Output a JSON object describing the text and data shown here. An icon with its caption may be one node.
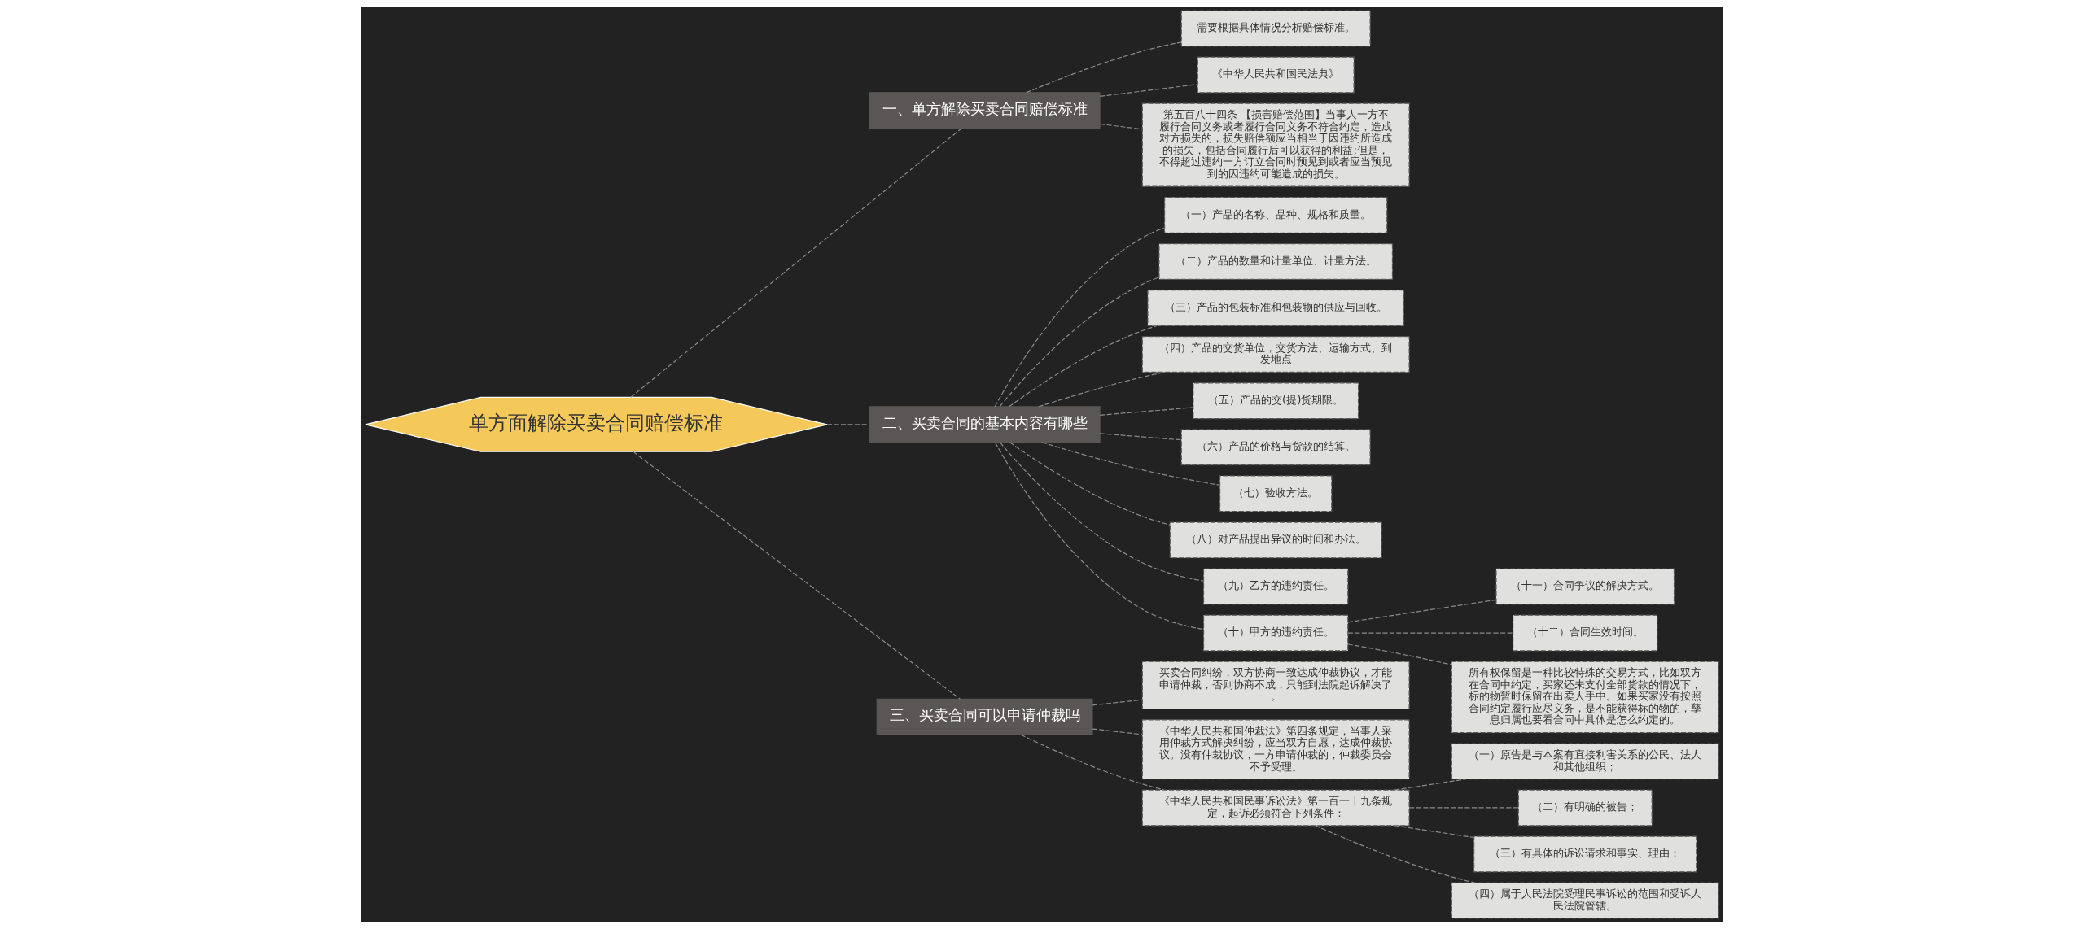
{
  "diagram": {
    "nodes": [
      {
        "text": [
          "单方面解除买卖合同赔偿标准"
        ]
      },
      {
        "text": [
          "一、单方解除买卖合同赔偿标准"
        ]
      },
      {
        "text": [
          "需要根据具体情况分析赔偿标准。"
        ]
      },
      {
        "text": [
          "《中华人民共和国民法典》"
        ]
      },
      {
        "text": [
          "第五百八十四条 【损害赔偿范围】当事人一方不履行合同义务或者履行合同义务不符合约定，造成对方损失的，损失赔偿额应当相当于因违约所造成的损失，包括合同履行后可以获得的利益;但是，不得超过违约一方订立合同时预见到或者应当预见到的因违约可能造成的损失。"
        ]
      },
      {
        "text": [
          "二、买卖合同的基本内容有哪些"
        ]
      },
      {
        "text": [
          "（一）产品的名称、品种、规格和质量。"
        ]
      },
      {
        "text": [
          "（二）产品的数量和计量单位、计量方法。"
        ]
      },
      {
        "text": [
          "（三）产品的包装标准和包装物的供应与回收。"
        ]
      },
      {
        "text": [
          "（四）产品的交货单位，交货方法、运输方式、到发地点"
        ]
      },
      {
        "text": [
          "（五）产品的交(提)货期限。"
        ]
      },
      {
        "text": [
          "（六）产品的价格与货款的结算。"
        ]
      },
      {
        "text": [
          "（七）验收方法。"
        ]
      },
      {
        "text": [
          "（八）对产品提出异议的时间和办法。"
        ]
      },
      {
        "text": [
          "（九）乙方的违约责任。"
        ]
      },
      {
        "text": [
          "（十）甲方的违约责任。"
        ]
      },
      {
        "text": [
          "（十一）合同争议的解决方式。"
        ]
      },
      {
        "text": [
          "（十二）合同生效时间。"
        ]
      },
      {
        "text": [
          "所有权保留是一种比较特殊的交易方式，比如双方在合同中约定，买家还未支付全部货款的情况下，标的物暂时保留在出卖人手中。如果买家没有按照合同约定履行应尽义务，是不能获得标的物的，孳息归属也要看合同中具体是怎么约定的。"
        ]
      },
      {
        "text": [
          "三、买卖合同可以申请仲裁吗"
        ]
      },
      {
        "text": [
          "买卖合同纠纷，双方协商一致达成仲裁协议，才能申请仲裁，否则协商不成，只能到法院起诉解决了。"
        ]
      },
      {
        "text": [
          "《中华人民共和国仲裁法》第四条规定，当事人采用仲裁方式解决纠纷，应当双方自愿，达成仲裁协议。没有仲裁协议，一方申请仲裁的，仲裁委员会不予受理。"
        ]
      },
      {
        "text": [
          "《中华人民共和国民事诉讼法》第一百一十九条规定，起诉必须符合下列条件："
        ]
      },
      {
        "text": [
          "（一）原告是与本案有直接利害关系的公民、法人和其他组织；"
        ]
      },
      {
        "text": [
          "（二）有明确的被告；"
        ]
      },
      {
        "text": [
          "（三）有具体的诉讼请求和事实、理由；"
        ]
      },
      {
        "text": [
          "（四）属于人民法院受理民事诉讼的范围和受诉人民法院管辖。"
        ]
      }
    ],
    "edges": [
      {
        "from": 0,
        "to": 1,
        "arrow": "none",
        "style": "dashed"
      },
      {
        "from": 1,
        "to": 2,
        "arrow": "none",
        "style": "dashed"
      },
      {
        "from": 1,
        "to": 3,
        "arrow": "none",
        "style": "dashed"
      },
      {
        "from": 1,
        "to": 4,
        "arrow": "none",
        "style": "dashed"
      },
      {
        "from": 0,
        "to": 5,
        "arrow": "none",
        "style": "dashed"
      },
      {
        "from": 5,
        "to": 6,
        "arrow": "none",
        "style": "dashed"
      },
      {
        "from": 5,
        "to": 7,
        "arrow": "none",
        "style": "dashed"
      },
      {
        "from": 5,
        "to": 8,
        "arrow": "none",
        "style": "dashed"
      },
      {
        "from": 5,
        "to": 9,
        "arrow": "none",
        "style": "dashed"
      },
      {
        "from": 5,
        "to": 10,
        "arrow": "none",
        "style": "dashed"
      },
      {
        "from": 5,
        "to": 11,
        "arrow": "none",
        "style": "dashed"
      },
      {
        "from": 5,
        "to": 12,
        "arrow": "none",
        "style": "dashed"
      },
      {
        "from": 5,
        "to": 13,
        "arrow": "none",
        "style": "dashed"
      },
      {
        "from": 5,
        "to": 14,
        "arrow": "none",
        "style": "dashed"
      },
      {
        "from": 5,
        "to": 15,
        "arrow": "none",
        "style": "dashed"
      },
      {
        "from": 15,
        "to": 16,
        "arrow": "none",
        "style": "dashed"
      },
      {
        "from": 15,
        "to": 17,
        "arrow": "none",
        "style": "dashed"
      },
      {
        "from": 15,
        "to": 18,
        "arrow": "none",
        "style": "dashed"
      },
      {
        "from": 0,
        "to": 19,
        "arrow": "none",
        "style": "dashed"
      },
      {
        "from": 19,
        "to": 20,
        "arrow": "none",
        "style": "dashed"
      },
      {
        "from": 19,
        "to": 21,
        "arrow": "none",
        "style": "dashed"
      },
      {
        "from": 19,
        "to": 22,
        "arrow": "none",
        "style": "dashed"
      },
      {
        "from": 22,
        "to": 23,
        "arrow": "none",
        "style": "dashed"
      },
      {
        "from": 22,
        "to": 24,
        "arrow": "none",
        "style": "dashed"
      },
      {
        "from": 22,
        "to": 25,
        "arrow": "none",
        "style": "dashed"
      },
      {
        "from": 22,
        "to": 26,
        "arrow": "none",
        "style": "dashed"
      }
    ]
  }
}
